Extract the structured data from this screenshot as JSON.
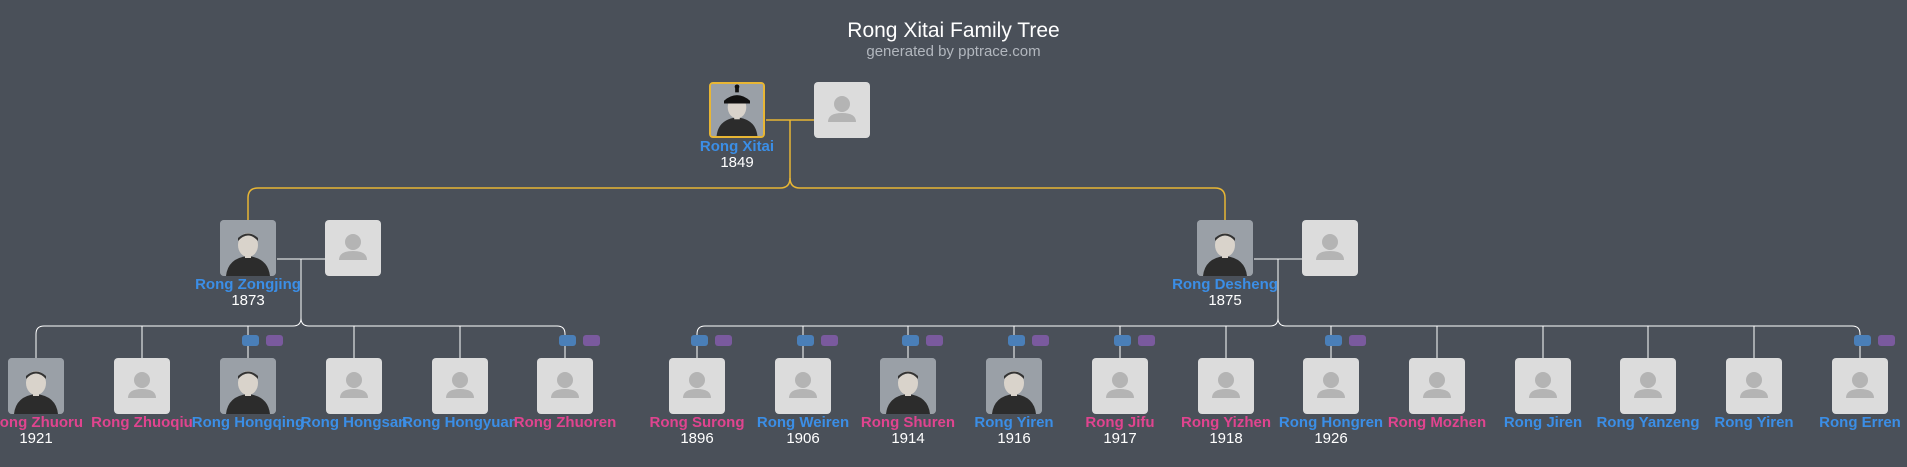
{
  "header": {
    "title": "Rong Xitai Family Tree",
    "subtitle": "generated by pptrace.com"
  },
  "colors": {
    "background": "#4a5059",
    "male": "#3b8ee6",
    "female": "#e0448f",
    "main_line": "#e8b634",
    "branch_line": "#ffffff"
  },
  "root": {
    "name": "Rong Xitai",
    "year": "1849",
    "gender": "male",
    "photo": "portrait-qing-hat"
  },
  "gen2": [
    {
      "name": "Rong Zongjing",
      "year": "1873",
      "gender": "male",
      "photo": "portrait"
    },
    {
      "name": "Rong Desheng",
      "year": "1875",
      "gender": "male",
      "photo": "portrait"
    }
  ],
  "gen3_zongjing": [
    {
      "name": "Rong Zhuoru",
      "year": "1921",
      "gender": "female",
      "photo": "portrait"
    },
    {
      "name": "Rong Zhuoqiu",
      "year": "",
      "gender": "female",
      "photo": "placeholder"
    },
    {
      "name": "Rong Hongqing",
      "year": "",
      "gender": "male",
      "photo": "portrait"
    },
    {
      "name": "Rong Hongsan",
      "year": "",
      "gender": "male",
      "photo": "placeholder"
    },
    {
      "name": "Rong Hongyuan",
      "year": "",
      "gender": "male",
      "photo": "placeholder"
    },
    {
      "name": "Rong Zhuoren",
      "year": "",
      "gender": "female",
      "photo": "placeholder"
    }
  ],
  "gen3_desheng": [
    {
      "name": "Rong Surong",
      "year": "1896",
      "gender": "female",
      "photo": "placeholder"
    },
    {
      "name": "Rong Weiren",
      "year": "1906",
      "gender": "male",
      "photo": "placeholder"
    },
    {
      "name": "Rong Shuren",
      "year": "1914",
      "gender": "female",
      "photo": "portrait"
    },
    {
      "name": "Rong Yiren",
      "year": "1916",
      "gender": "male",
      "photo": "portrait"
    },
    {
      "name": "Rong Jifu",
      "year": "1917",
      "gender": "female",
      "photo": "placeholder"
    },
    {
      "name": "Rong Yizhen",
      "year": "1918",
      "gender": "female",
      "photo": "placeholder"
    },
    {
      "name": "Rong Hongren",
      "year": "1926",
      "gender": "male",
      "photo": "placeholder"
    },
    {
      "name": "Rong Mozhen",
      "year": "",
      "gender": "female",
      "photo": "placeholder"
    },
    {
      "name": "Rong Jiren",
      "year": "",
      "gender": "male",
      "photo": "placeholder"
    },
    {
      "name": "Rong Yanzeng",
      "year": "",
      "gender": "male",
      "photo": "placeholder"
    },
    {
      "name": "Rong Yiren",
      "year": "",
      "gender": "male",
      "photo": "placeholder"
    },
    {
      "name": "Rong Erren",
      "year": "",
      "gender": "male",
      "photo": "placeholder"
    }
  ]
}
